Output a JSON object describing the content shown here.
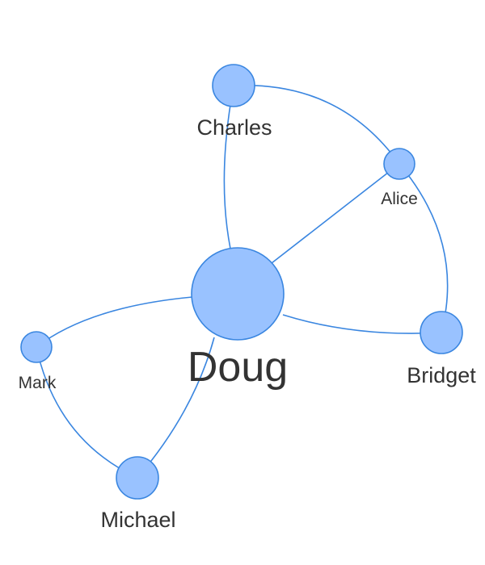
{
  "graph": {
    "node_color": "#99c2ff",
    "edge_color": "#3a86e0",
    "label_color": "#333333",
    "nodes": {
      "doug": {
        "label": "Doug"
      },
      "charles": {
        "label": "Charles"
      },
      "alice": {
        "label": "Alice"
      },
      "bridget": {
        "label": "Bridget"
      },
      "mark": {
        "label": "Mark"
      },
      "michael": {
        "label": "Michael"
      }
    },
    "edges": [
      {
        "from": "Doug",
        "to": "Charles"
      },
      {
        "from": "Doug",
        "to": "Alice"
      },
      {
        "from": "Doug",
        "to": "Bridget"
      },
      {
        "from": "Doug",
        "to": "Mark"
      },
      {
        "from": "Doug",
        "to": "Michael"
      },
      {
        "from": "Charles",
        "to": "Alice"
      },
      {
        "from": "Alice",
        "to": "Bridget"
      },
      {
        "from": "Mark",
        "to": "Michael"
      }
    ]
  }
}
